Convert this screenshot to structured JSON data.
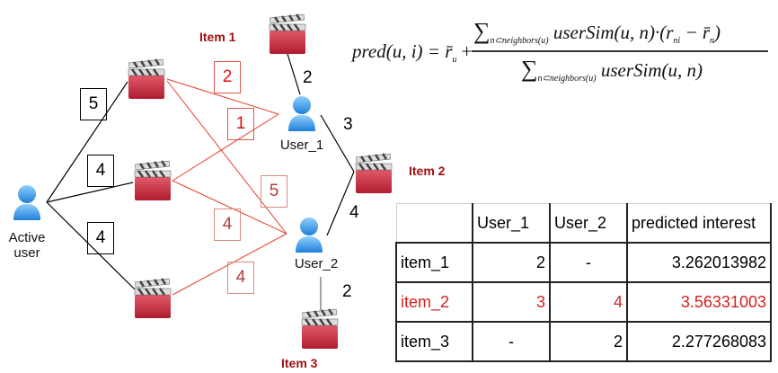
{
  "nodes": {
    "active_user": "Active user",
    "user_1": "User_1",
    "user_2": "User_2",
    "item_1": "Item 1",
    "item_2": "Item 2",
    "item_3": "Item 3"
  },
  "active_user_ratings": [
    "5",
    "4",
    "4"
  ],
  "neighbor_ratings": [
    "2",
    "1",
    "5",
    "4",
    "4"
  ],
  "known_ratings": {
    "user1_item1": "2",
    "user1_item2": "3",
    "user2_item2": "4",
    "user2_item3": "2"
  },
  "formula": {
    "lhs": "pred(u, i) = r̄",
    "lhs_sub": "u",
    "plus": "+",
    "sum": "∑",
    "sum_sub": "n⊂neighbors(u)",
    "numerator": "userSim(u, n)·(r",
    "numerator_sub1": "ni",
    "numerator_mid": " − r̄",
    "numerator_sub2": "n",
    "numerator_end": ")",
    "denominator": "userSim(u, n)"
  },
  "table": {
    "headers": [
      "",
      "User_1",
      "User_2",
      "predicted interest"
    ],
    "rows": [
      [
        "item_1",
        "2",
        "-",
        "3.262013982"
      ],
      [
        "item_2",
        "3",
        "4",
        "3.56331003"
      ],
      [
        "item_3",
        "-",
        "2",
        "2.277268083"
      ]
    ],
    "highlight_color": "#d42020"
  },
  "colors": {
    "neighbor_edge": "#e8402f",
    "item_label": "#a01010",
    "clapper": "#c8283c",
    "user_icon": "#3a9ae8"
  }
}
